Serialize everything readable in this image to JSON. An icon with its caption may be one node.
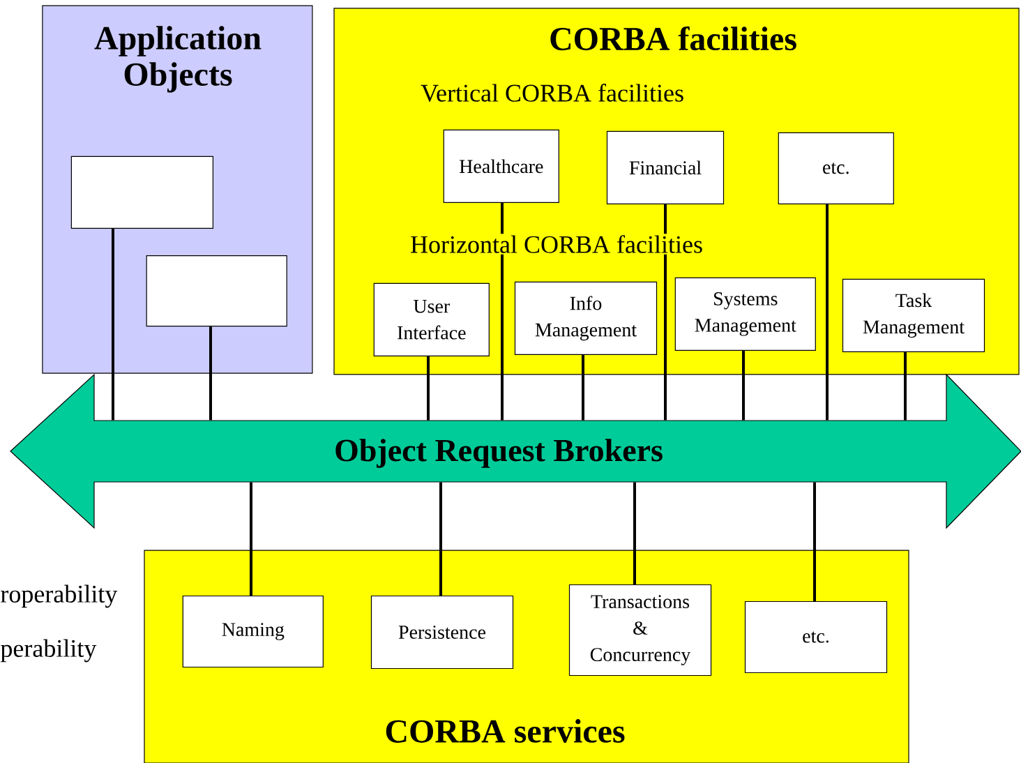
{
  "diagram": {
    "nodes": [
      {
        "text": [
          "Application Objects"
        ]
      },
      {
        "text": [],
        "shape": "box",
        "in": 0
      },
      {
        "text": [],
        "shape": "box",
        "in": 0
      },
      {
        "text": [
          "CORBA facilities",
          "Vertical CORBA facilities",
          "Horizontal CORBA facilities"
        ]
      },
      {
        "text": [
          "Healthcare"
        ],
        "in": 3
      },
      {
        "text": [
          "Financial"
        ],
        "in": 3
      },
      {
        "text": [
          "etc."
        ],
        "in": 3
      },
      {
        "text": [
          "User Interface"
        ],
        "in": 3
      },
      {
        "text": [
          "Info Management"
        ],
        "in": 3
      },
      {
        "text": [
          "Systems Management"
        ],
        "in": 3
      },
      {
        "text": [
          "Task Management"
        ],
        "in": 3
      },
      {
        "text": [
          "Object Request Brokers"
        ]
      },
      {
        "text": [
          "CORBA services"
        ]
      },
      {
        "text": [
          "Naming"
        ],
        "in": 12
      },
      {
        "text": [
          "Persistence"
        ],
        "in": 12
      },
      {
        "text": [
          "Transactions & Concurrency"
        ],
        "in": 12
      },
      {
        "text": [
          "etc."
        ],
        "in": 12
      }
    ],
    "edges": [
      {
        "from": 1,
        "to": 11,
        "arrow": "none"
      },
      {
        "from": 2,
        "to": 11,
        "arrow": "none"
      },
      {
        "from": 7,
        "to": 11,
        "arrow": "none"
      },
      {
        "from": 4,
        "to": 11,
        "arrow": "none"
      },
      {
        "from": 8,
        "to": 11,
        "arrow": "none"
      },
      {
        "from": 5,
        "to": 11,
        "arrow": "none"
      },
      {
        "from": 9,
        "to": 11,
        "arrow": "none"
      },
      {
        "from": 6,
        "to": 11,
        "arrow": "none"
      },
      {
        "from": 10,
        "to": 11,
        "arrow": "none"
      },
      {
        "from": 11,
        "to": 13,
        "arrow": "none"
      },
      {
        "from": 11,
        "to": 14,
        "arrow": "none"
      },
      {
        "from": 11,
        "to": 15,
        "arrow": "none"
      },
      {
        "from": 11,
        "to": 16,
        "arrow": "none"
      }
    ],
    "labels": [
      "roperability",
      "perability"
    ]
  }
}
